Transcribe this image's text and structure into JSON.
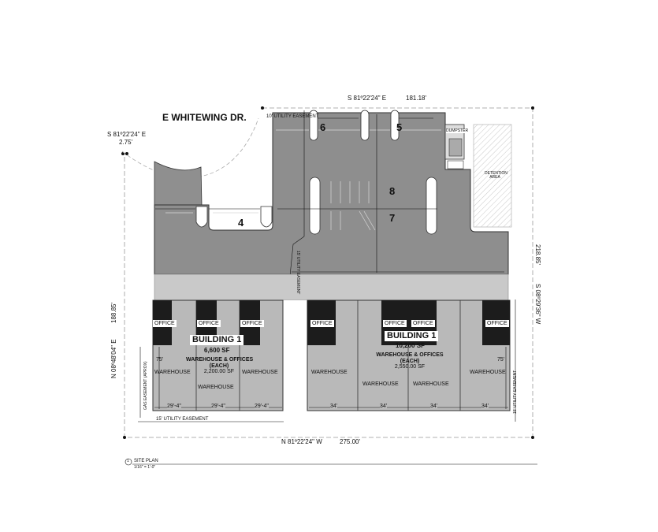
{
  "street_name": "E WHITEWING DR.",
  "bearings": {
    "top_bearing": "S 81º22'24\" E",
    "top_distance": "181.18'",
    "left_top_bearing": "S 81º22'24\" E",
    "left_top_distance": "2.75'",
    "right_bearing": "S 08º29'36\" W",
    "right_distance": "218.85'",
    "left_bearing": "N 08º48'04\" E",
    "left_distance": "188.85'",
    "bottom_bearing": "N 81º22'24\" W",
    "bottom_distance": "275.00'"
  },
  "easements": {
    "top": "10' UTILITY EASEMENT",
    "diagonal": "15' UTILITY EASEMENT",
    "bottom": "15' UTILITY EASEMENT",
    "gas": "GAS EASEMENT (APROX)",
    "right": "15' UTILITY EASEMENT"
  },
  "site": {
    "dumpster": "DUMPSTER",
    "detention": "DETENTION AREA"
  },
  "parking_numbers": [
    "6",
    "5",
    "8",
    "4",
    "7"
  ],
  "building_left": {
    "title": "BUILDING 1",
    "sf": "6,600 SF",
    "type_line1": "WAREHOUSE & OFFICES",
    "type_line2": "(EACH)",
    "unit_sf": "2,200.00 SF",
    "office_label": "OFFICE",
    "warehouse_label": "WAREHOUSE",
    "depth": "75'",
    "widths": [
      "29'-4\"",
      "29'-4\"",
      "29'-4\""
    ]
  },
  "building_right": {
    "title": "BUILDING 1",
    "sf": "10,200 SF",
    "type_line1": "WAREHOUSE & OFFICES",
    "type_line2": "(EACH)",
    "unit_sf": "2,550.00 SF",
    "office_label": "OFFICE",
    "warehouse_label": "WAREHOUSE",
    "depth": "75'",
    "widths": [
      "34'",
      "34'",
      "34'",
      "34'"
    ]
  },
  "sheet": {
    "number": "1",
    "title": "SITE PLAN",
    "scale": "1/16\" = 1'-0\""
  }
}
